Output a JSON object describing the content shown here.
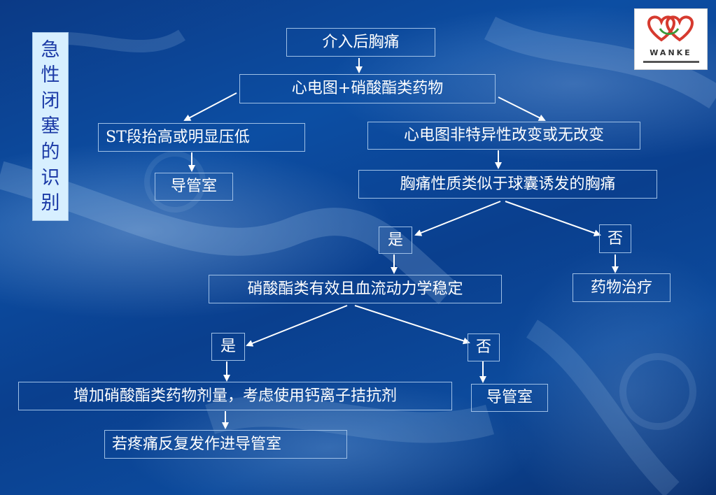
{
  "title_chars": [
    "急",
    "性",
    "闭",
    "塞",
    "的",
    "识",
    "别"
  ],
  "logo": {
    "text": "WANKE"
  },
  "colors": {
    "title_text": "#1b3aa6",
    "title_bg": "#d7efff",
    "arrow": "#ffffff",
    "box_border": "#9fc0e6"
  },
  "nodes": {
    "start": "介入后胸痛",
    "ecg_nitrate": "心电图+硝酸酯类药物",
    "st_change": "ST段抬高或明显压低",
    "cath_lab_1": "导管室",
    "ecg_nonspecific": "心电图非特异性改变或无改变",
    "balloon_pain": "胸痛性质类似于球囊诱发的胸痛",
    "yes_1": "是",
    "no_1": "否",
    "drug_therapy": "药物治疗",
    "nitrate_effective": "硝酸酯类有效且血流动力学稳定",
    "yes_2": "是",
    "no_2": "否",
    "increase_dose": "增加硝酸酯类药物剂量，考虑使用钙离子拮抗剂",
    "cath_lab_2": "导管室",
    "recurrent_pain": "若疼痛反复发作进导管室"
  }
}
